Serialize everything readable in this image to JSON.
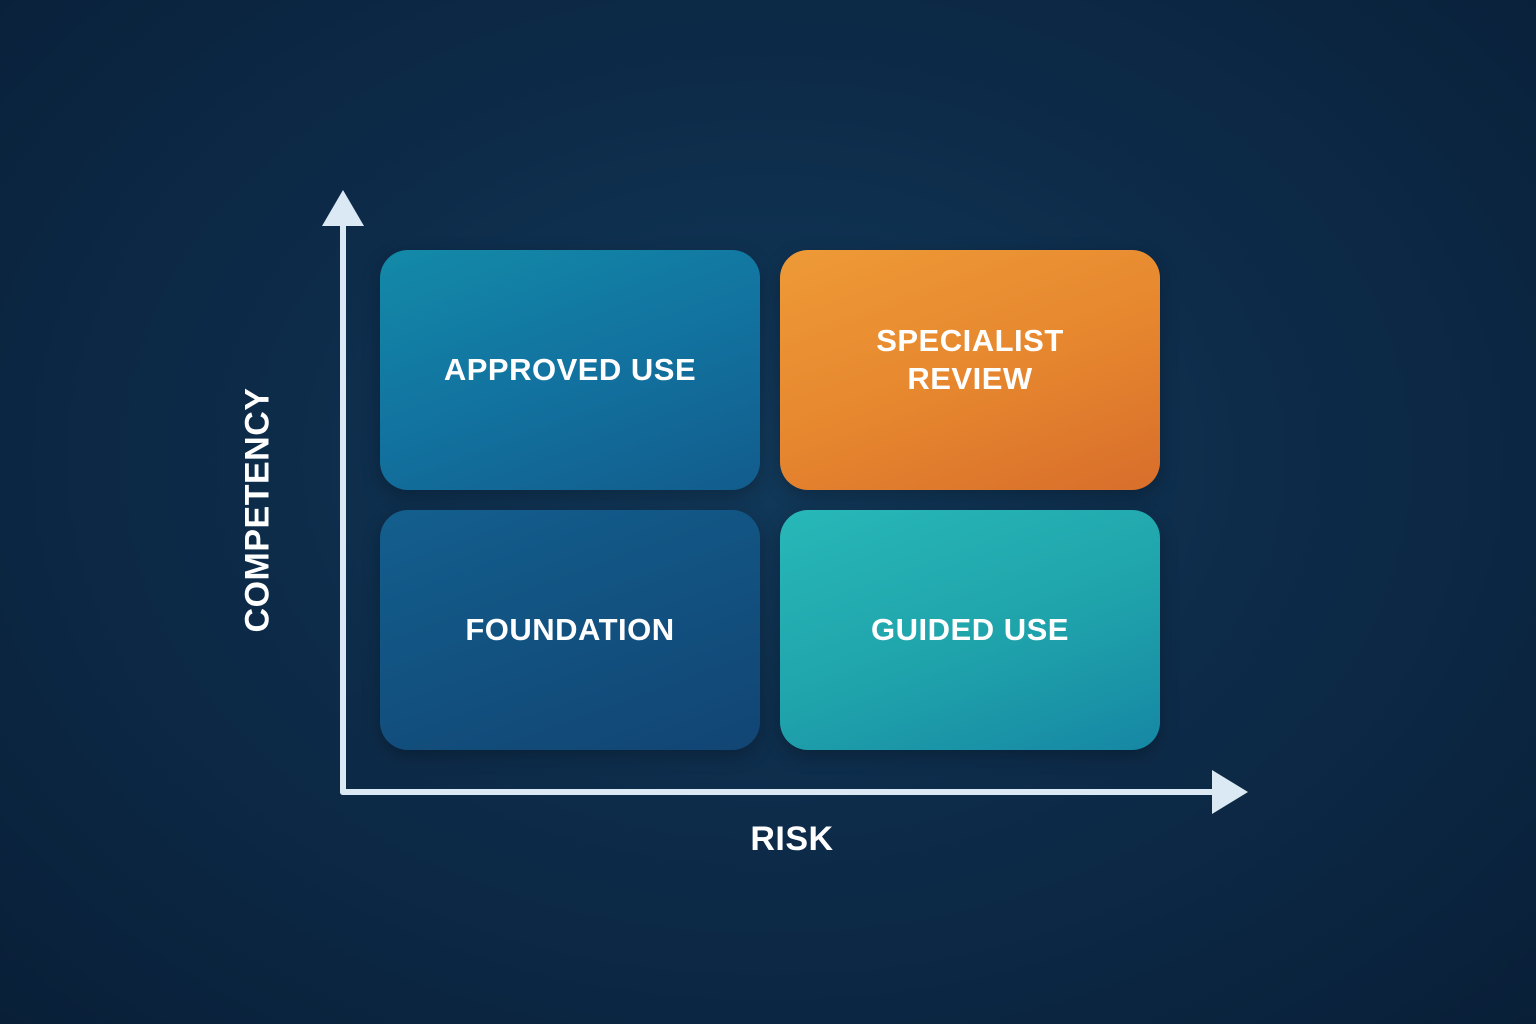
{
  "quadrants": {
    "top_left": "APPROVED USE",
    "top_right": "SPECIALIST REVIEW",
    "bottom_left": "FOUNDATION",
    "bottom_right": "GUIDED USE"
  },
  "axes": {
    "x_label": "RISK",
    "y_label": "COMPETENCY"
  },
  "colors": {
    "background": "#0d2c4a",
    "approved_use": "#1273a0",
    "specialist_review": "#e7882f",
    "foundation": "#12507f",
    "guided_use": "#1fa3ab",
    "axis": "#dbe9f4"
  }
}
